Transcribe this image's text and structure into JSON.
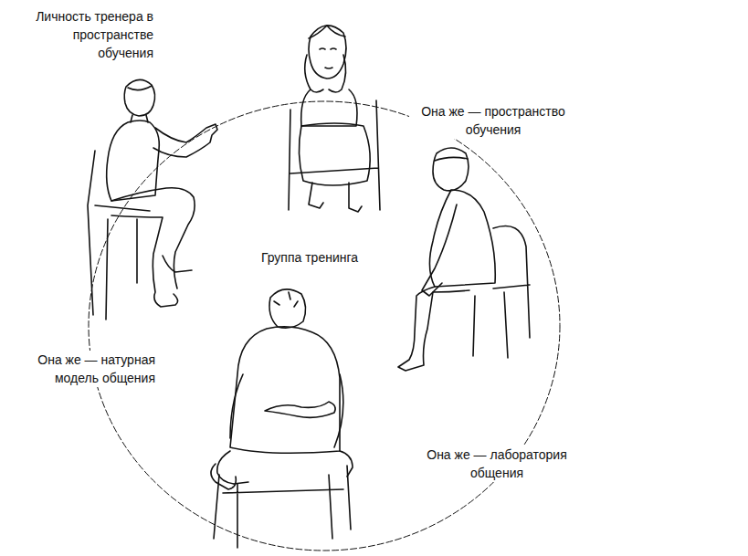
{
  "diagram": {
    "labels": [
      "Личность тренера в пространстве обучения",
      "Она же — пространство обучения",
      "Группа тренинга",
      "Она же — натурная модель общения",
      "Она же — лаборатория общения"
    ]
  }
}
